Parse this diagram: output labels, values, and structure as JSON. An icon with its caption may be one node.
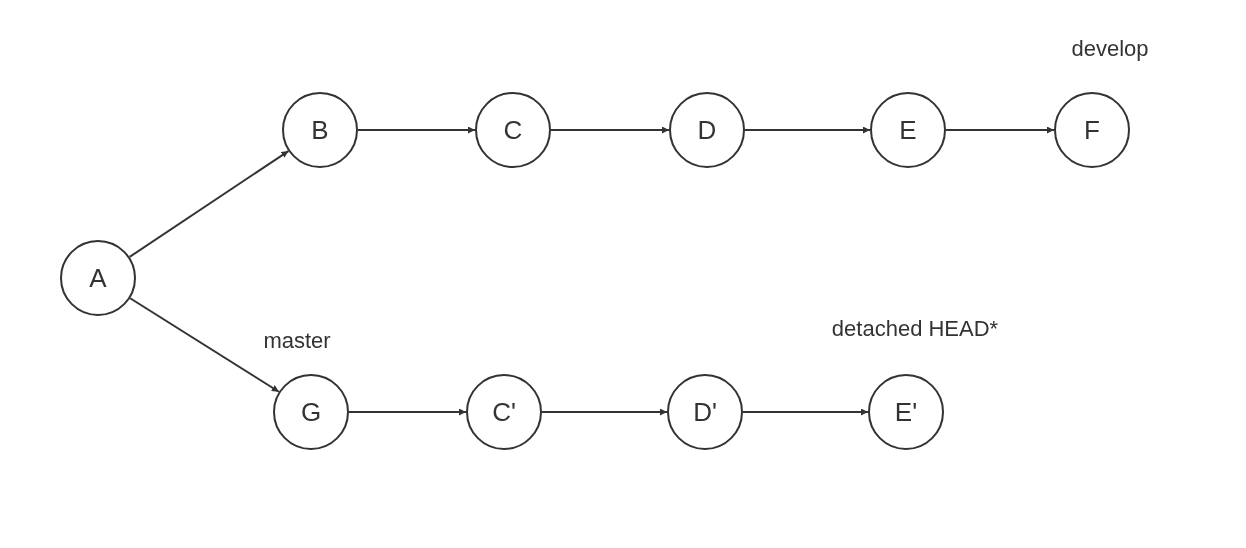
{
  "diagram": {
    "nodes": [
      {
        "text": [
          "A"
        ]
      },
      {
        "text": [
          "B"
        ]
      },
      {
        "text": [
          "C"
        ]
      },
      {
        "text": [
          "D"
        ]
      },
      {
        "text": [
          "E"
        ]
      },
      {
        "text": [
          "F"
        ],
        "beside": [
          "develop"
        ]
      },
      {
        "text": [
          "G"
        ],
        "beside": [
          "master"
        ]
      },
      {
        "text": [
          "C'"
        ]
      },
      {
        "text": [
          "D'"
        ]
      },
      {
        "text": [
          "E'"
        ],
        "beside": [
          "detached HEAD*"
        ]
      }
    ],
    "edges": [
      {
        "from": 0,
        "to": 1,
        "arrow": "to"
      },
      {
        "from": 1,
        "to": 2,
        "arrow": "to"
      },
      {
        "from": 2,
        "to": 3,
        "arrow": "to"
      },
      {
        "from": 3,
        "to": 4,
        "arrow": "to"
      },
      {
        "from": 4,
        "to": 5,
        "arrow": "to"
      },
      {
        "from": 0,
        "to": 6,
        "arrow": "to"
      },
      {
        "from": 6,
        "to": 7,
        "arrow": "to"
      },
      {
        "from": 7,
        "to": 8,
        "arrow": "to"
      },
      {
        "from": 8,
        "to": 9,
        "arrow": "to"
      }
    ]
  }
}
